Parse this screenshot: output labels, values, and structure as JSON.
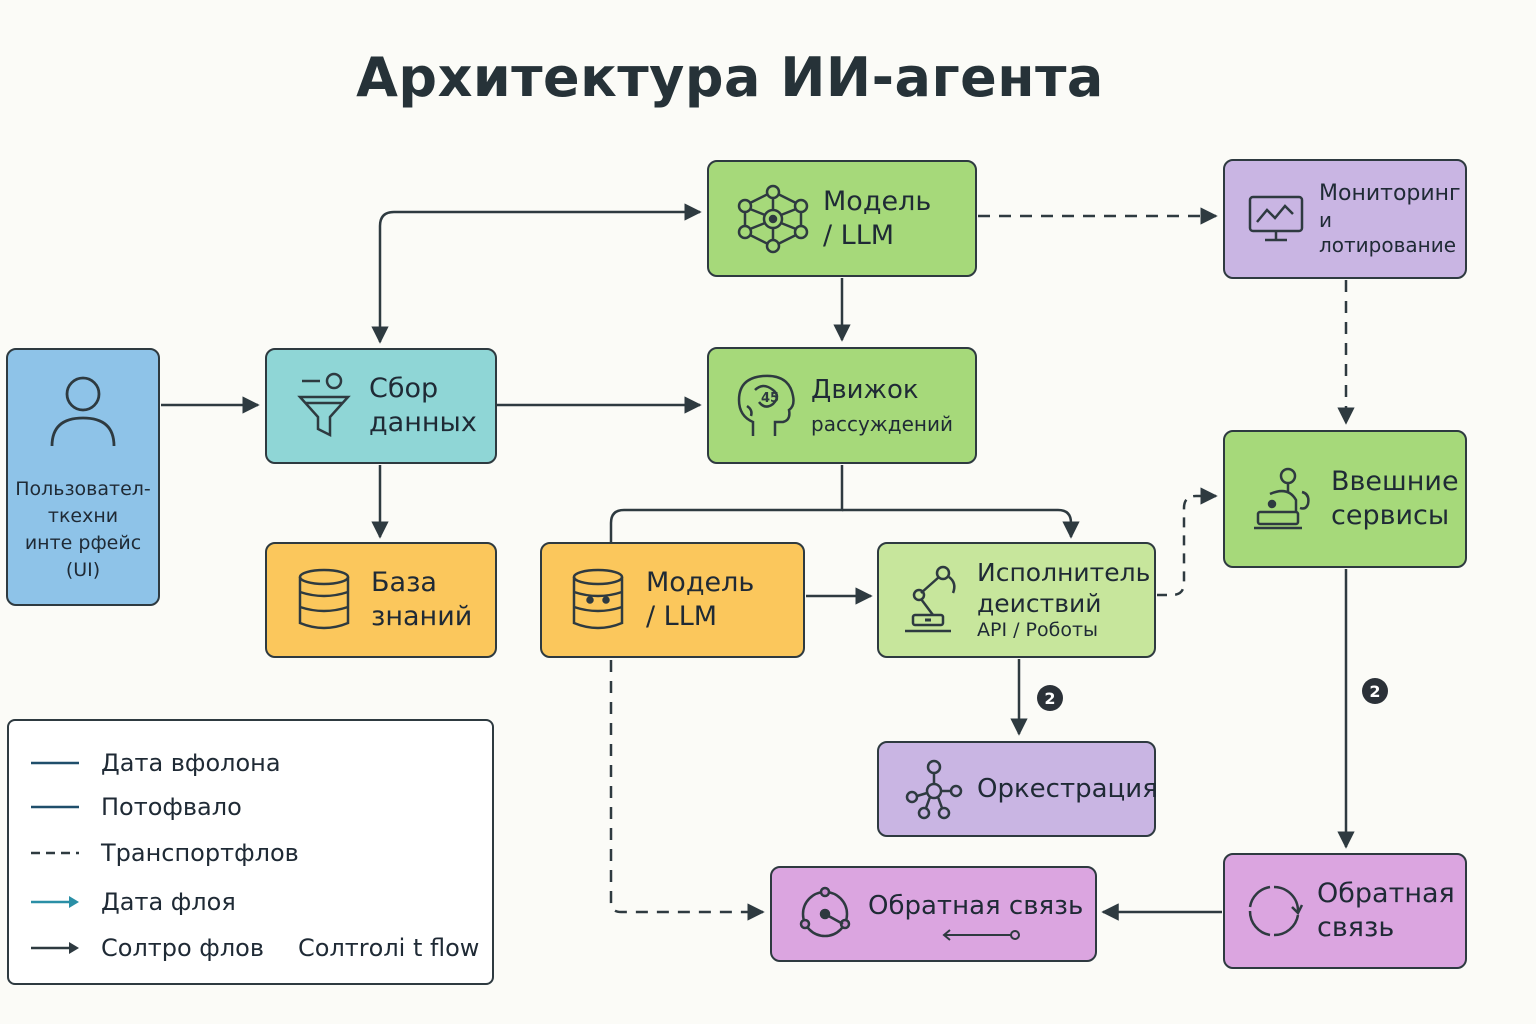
{
  "title": "Архитектура ИИ-агента",
  "nodes": {
    "model_top": {
      "line1": "Модель",
      "line2": "/ LLM",
      "icon": "network-icon",
      "color": "#a6d97a"
    },
    "monitoring": {
      "line1": "Мониторинг",
      "line2": "и лотирование",
      "icon": "monitor-chart-icon",
      "color": "#c9b5e3"
    },
    "user": {
      "line1": "Пользовател-",
      "line2": "ткехни",
      "line3": "инте рфейс",
      "line4": "(UI)",
      "icon": "user-icon",
      "color": "#8ec3e8"
    },
    "collect": {
      "line1": "Сбор",
      "line2": "данных",
      "icon": "funnel-icon",
      "color": "#8fd6d6"
    },
    "engine": {
      "line1": "Движок",
      "line2": "рассуждений",
      "icon": "brain-icon",
      "color": "#a6d97a"
    },
    "external": {
      "line1": "Ввешние",
      "line2": "сервисы",
      "icon": "robot-arm-icon",
      "color": "#a6d97a"
    },
    "kb": {
      "line1": "База",
      "line2": "знаний",
      "icon": "database-icon",
      "color": "#fbc75c"
    },
    "model_bottom": {
      "line1": "Модель",
      "line2": "/ LLM",
      "icon": "database-icon",
      "color": "#fbc75c"
    },
    "executor": {
      "line1": "Исполнитель",
      "line2": "деиствий",
      "line3": "API / Роботы",
      "icon": "robot-arm-icon",
      "color": "#c7e69c"
    },
    "orchestration": {
      "line1": "Оркестрация",
      "icon": "graph-nodes-icon",
      "color": "#c9b5e3"
    },
    "feedback_left": {
      "line1": "Обратная связь",
      "icon": "cycle-icon",
      "color": "#dba5e0"
    },
    "feedback_right": {
      "line1": "Обратная",
      "line2": "связь",
      "icon": "cycle-icon",
      "color": "#dba5e0"
    }
  },
  "badges": {
    "b1": "2",
    "b2": "2"
  },
  "legend": {
    "items": [
      {
        "label": "Дата вфолона",
        "style": "solid-line"
      },
      {
        "label": "Потофвало",
        "style": "solid-line"
      },
      {
        "label": "Транспортфлов",
        "style": "dashed-line"
      },
      {
        "label": "Дата флоя",
        "style": "teal-arrow"
      },
      {
        "label": "Солтро флов",
        "style": "black-arrow"
      }
    ],
    "extra": "Солтrолi t flow"
  },
  "colors": {
    "stroke": "#2e3a40",
    "legend_line": "#1f4e6b",
    "legend_teal": "#2a8fa6"
  }
}
